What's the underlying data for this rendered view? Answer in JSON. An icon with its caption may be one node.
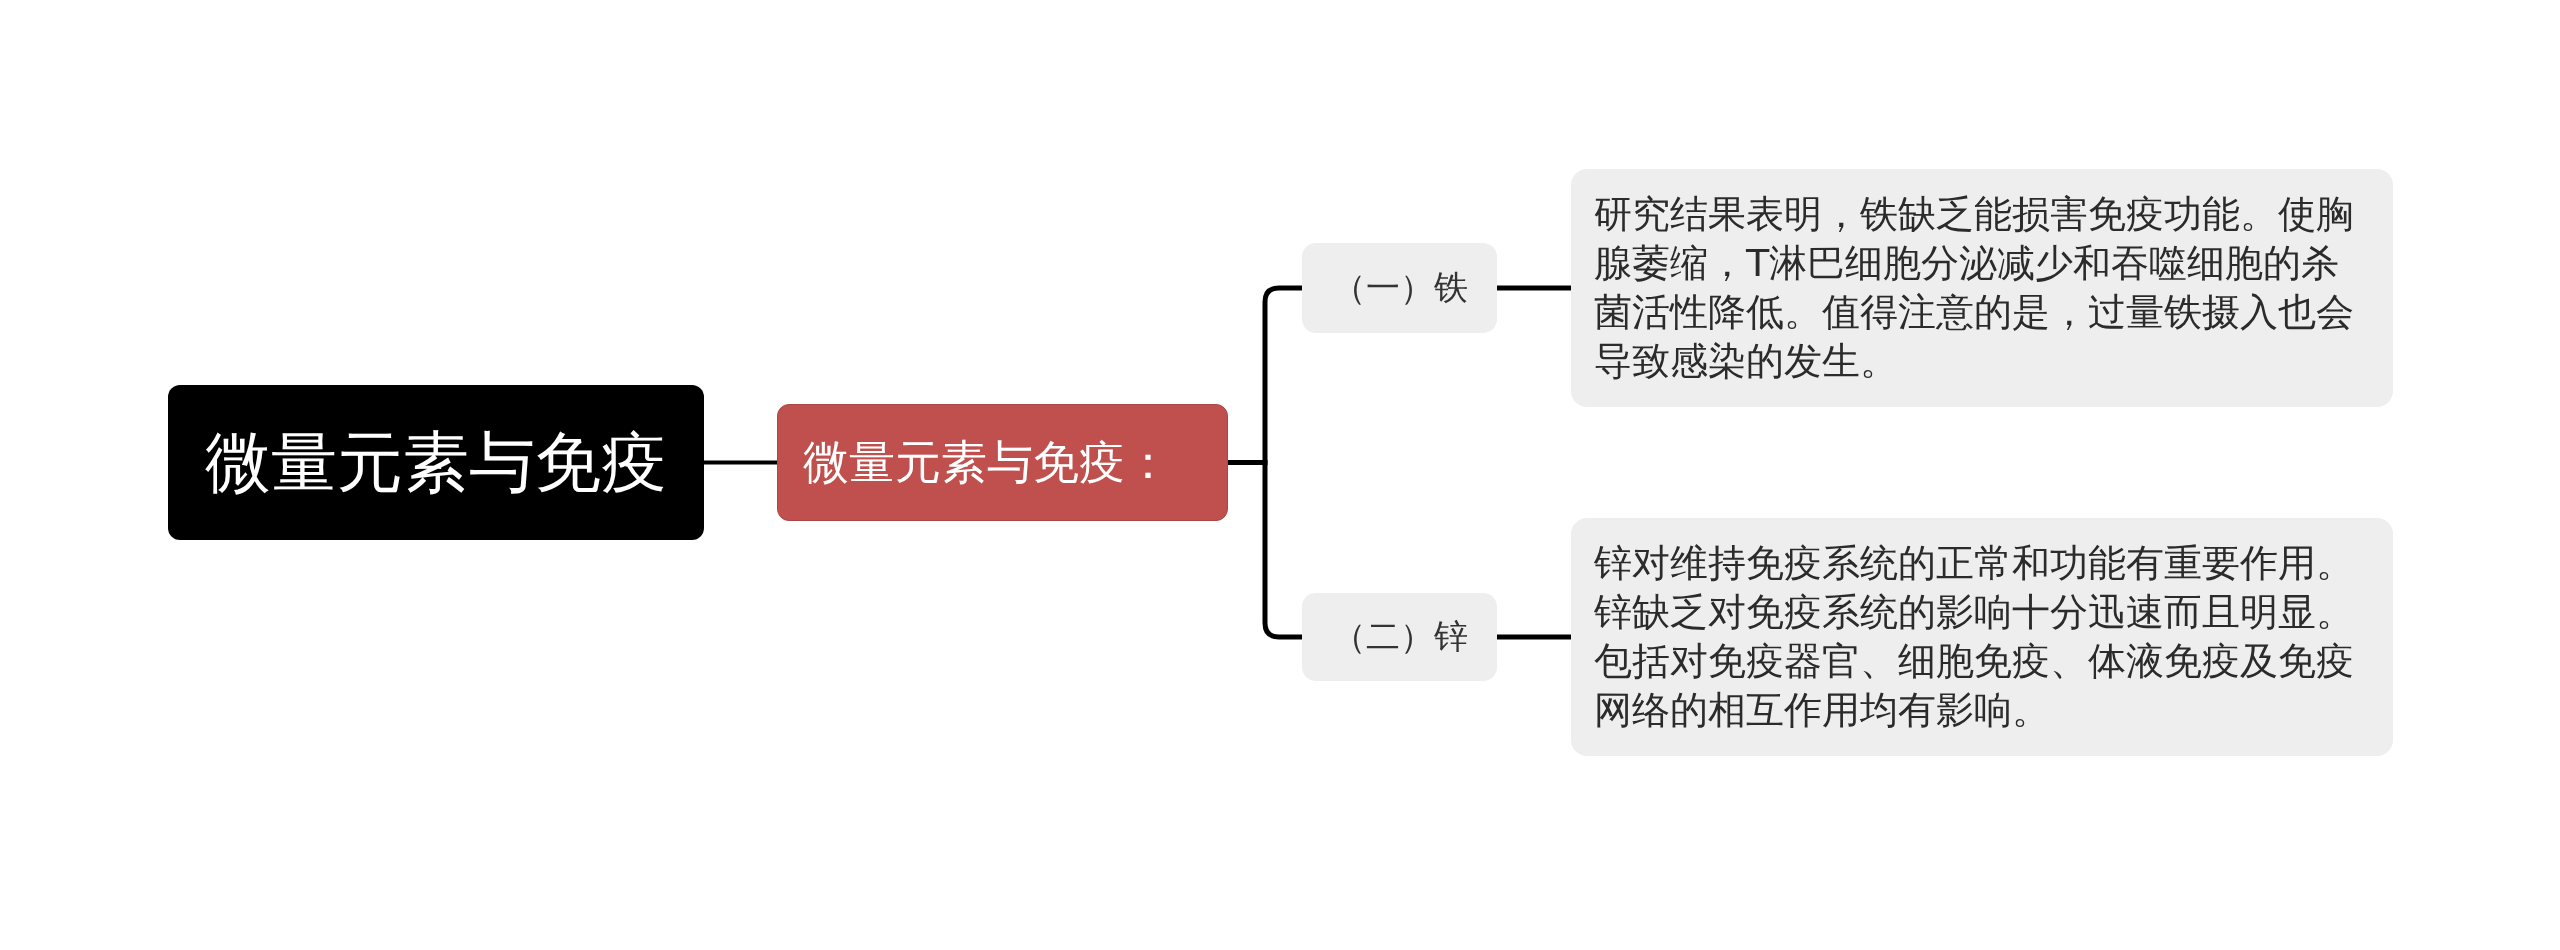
{
  "diagram": {
    "nodes": [
      {
        "text": [
          "微量元素与免疫"
        ]
      },
      {
        "text": [
          "微量元素与免疫："
        ]
      },
      {
        "text": [
          "（一）铁"
        ]
      },
      {
        "text": [
          "研究结果表明，铁缺乏能损害免疫功能。使胸腺萎缩，T淋巴细胞分泌减少和吞噬细胞的杀菌活性降低。值得注意的是，过量铁摄入也会导致感染的发生。"
        ]
      },
      {
        "text": [
          "（二）锌"
        ]
      },
      {
        "text": [
          "锌对维持免疫系统的正常和功能有重要作用。锌缺乏对免疫系统的影响十分迅速而且明显。包括对免疫器官、细胞免疫、体液免疫及免疫网络的相互作用均有影响。"
        ]
      }
    ],
    "edges": [
      {
        "from": 0,
        "to": 1,
        "arrow": "none"
      },
      {
        "from": 1,
        "to": 2,
        "arrow": "none"
      },
      {
        "from": 1,
        "to": 4,
        "arrow": "none"
      },
      {
        "from": 2,
        "to": 3,
        "arrow": "none"
      },
      {
        "from": 4,
        "to": 5,
        "arrow": "none"
      }
    ]
  }
}
